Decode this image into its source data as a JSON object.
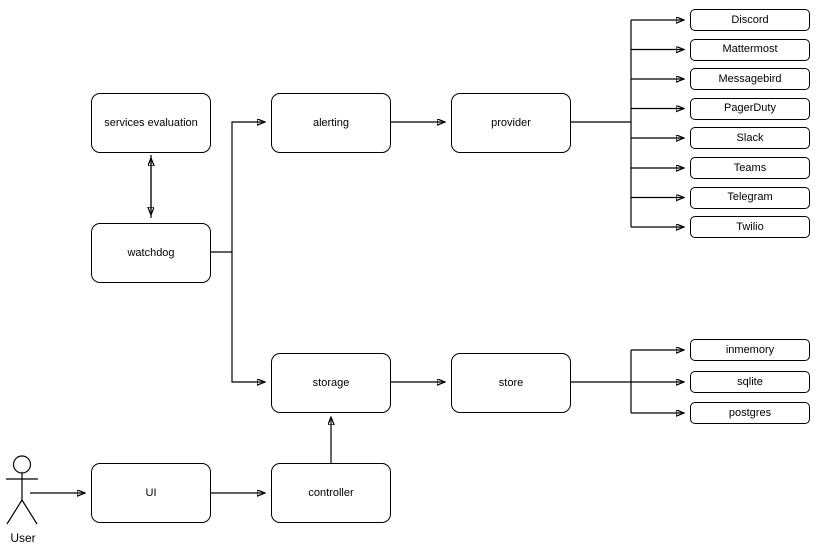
{
  "diagram": {
    "title": "service architecture flow diagram",
    "background_color": "#ffffff",
    "stroke_color": "#000000",
    "actor": {
      "name": "user-actor",
      "label": "User",
      "icon": "stick-figure-icon"
    },
    "processes": [
      {
        "id": "services_evaluation",
        "label": "services evaluation"
      },
      {
        "id": "watchdog",
        "label": "watchdog"
      },
      {
        "id": "alerting",
        "label": "alerting"
      },
      {
        "id": "provider",
        "label": "provider"
      },
      {
        "id": "storage",
        "label": "storage"
      },
      {
        "id": "store",
        "label": "store"
      },
      {
        "id": "ui",
        "label": "UI"
      },
      {
        "id": "controller",
        "label": "controller"
      }
    ],
    "provider_targets": [
      {
        "id": "discord",
        "label": "Discord"
      },
      {
        "id": "mattermost",
        "label": "Mattermost"
      },
      {
        "id": "messagebird",
        "label": "Messagebird"
      },
      {
        "id": "pagerduty",
        "label": "PagerDuty"
      },
      {
        "id": "slack",
        "label": "Slack"
      },
      {
        "id": "teams",
        "label": "Teams"
      },
      {
        "id": "telegram",
        "label": "Telegram"
      },
      {
        "id": "twilio",
        "label": "Twilio"
      }
    ],
    "store_targets": [
      {
        "id": "inmemory",
        "label": "inmemory"
      },
      {
        "id": "sqlite",
        "label": "sqlite"
      },
      {
        "id": "postgres",
        "label": "postgres"
      }
    ],
    "connections": [
      {
        "from": "watchdog",
        "to": "services_evaluation",
        "type": "bidirectional"
      },
      {
        "from": "watchdog",
        "to": "alerting",
        "type": "arrow"
      },
      {
        "from": "watchdog",
        "to": "storage",
        "type": "arrow"
      },
      {
        "from": "alerting",
        "to": "provider",
        "type": "arrow"
      },
      {
        "from": "provider",
        "to": "provider_targets",
        "type": "fan-out"
      },
      {
        "from": "storage",
        "to": "store",
        "type": "arrow"
      },
      {
        "from": "store",
        "to": "store_targets",
        "type": "fan-out"
      },
      {
        "from": "user",
        "to": "ui",
        "type": "arrow"
      },
      {
        "from": "ui",
        "to": "controller",
        "type": "arrow"
      },
      {
        "from": "controller",
        "to": "storage",
        "type": "arrow"
      }
    ]
  }
}
